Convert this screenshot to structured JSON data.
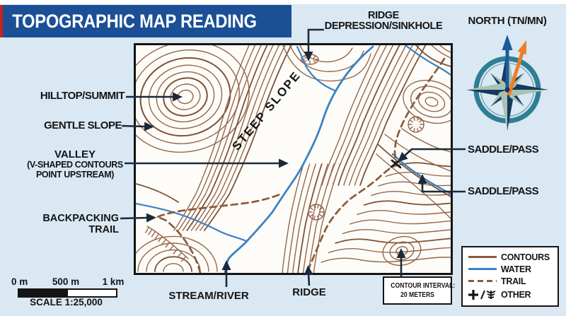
{
  "banner": {
    "title": "TOPOGRAPHIC MAP READING",
    "bg": "#1b4f96",
    "accent": "#c4231f"
  },
  "north": {
    "label": "NORTH (TN/MN)",
    "true_north_color": "#1d5a9c",
    "magnetic_north_color": "#f07d24",
    "rose_ring_color": "#2e7e94",
    "rose_dark_color": "#15395c",
    "rose_light_color": "#a9c2b2"
  },
  "map": {
    "background": "#fdfcf8",
    "border_color": "#141414",
    "contour_color": "#96664b",
    "index_contour_color": "#7e5138",
    "water_color": "#3a82c4",
    "trail_color": "#8a5a3c",
    "steep_slope_label": "STEEP SLOPE"
  },
  "callouts": {
    "arrow_color": "#1b2a3a",
    "hilltop": "HILLTOP/SUMMIT",
    "gentle_slope": "GENTLE SLOPE",
    "valley_line1": "VALLEY",
    "valley_line2": "(V-SHAPED CONTOURS",
    "valley_line3": "POINT UPSTREAM)",
    "backpacking_line1": "BACKPACKING",
    "backpacking_line2": "TRAIL",
    "stream": "STREAM/RIVER",
    "ridge": "RIDGE",
    "ridge_depression_line1": "RIDGE",
    "ridge_depression_line2": "DEPRESSION/SINKHOLE",
    "saddle_upper": "SADDLE/PASS",
    "saddle_lower": "SADDLE/PASS"
  },
  "contour_interval": {
    "line1": "CONTOUR INTERVAL:",
    "line2": "20 METERS"
  },
  "scale_bar": {
    "tick0": "0 m",
    "tick500": "500 m",
    "tick1000": "1 km",
    "caption": "SCALE 1:25,000"
  },
  "legend": {
    "items": [
      {
        "label": "CONTOURS",
        "symbol": "contour-line"
      },
      {
        "label": "WATER",
        "symbol": "water-line"
      },
      {
        "label": "TRAIL",
        "symbol": "trail-dashed-line"
      },
      {
        "label": "OTHER",
        "symbol": "plus-and-marsh"
      }
    ]
  }
}
